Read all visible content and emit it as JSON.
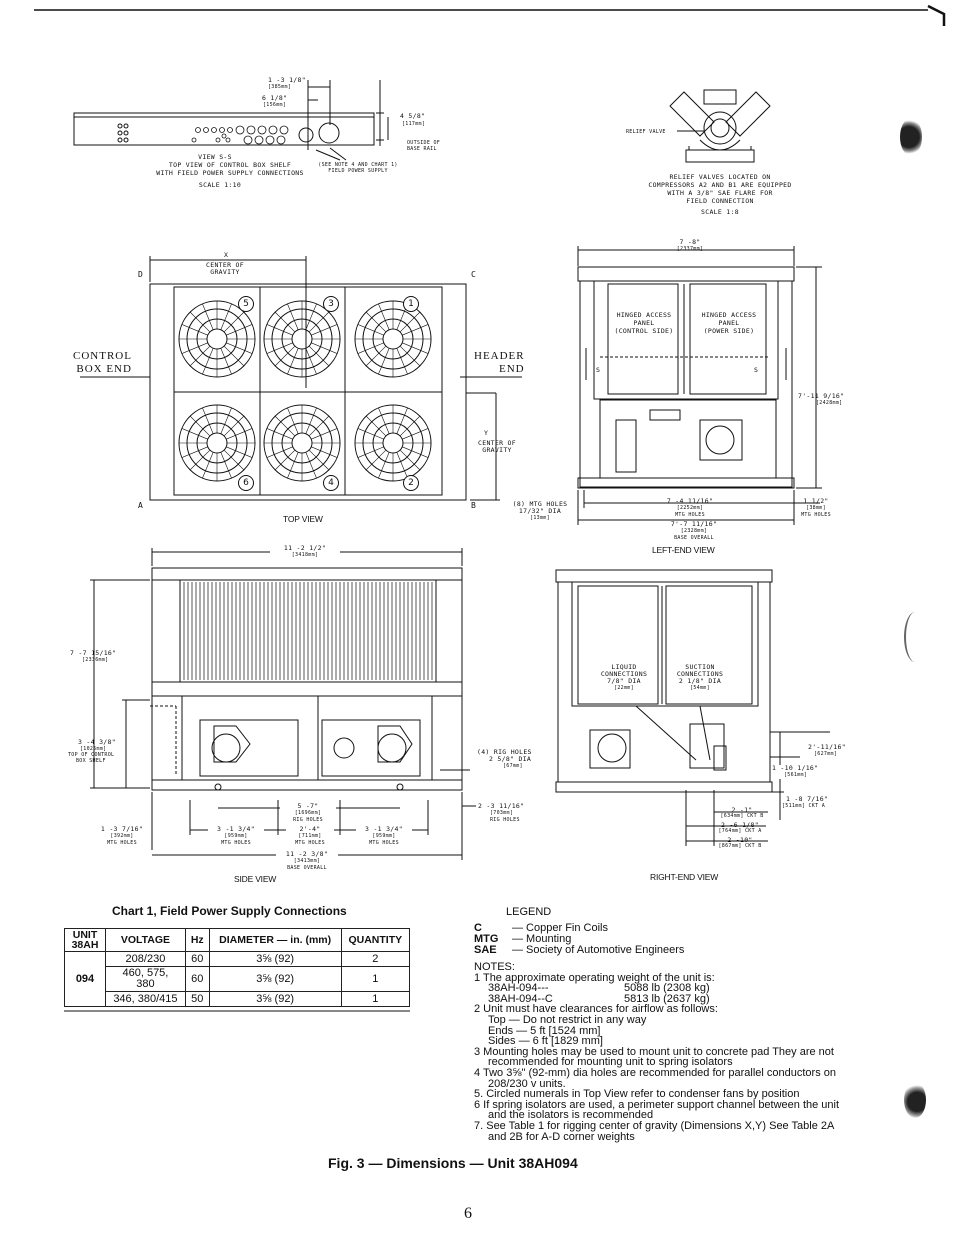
{
  "control_box": {
    "dims": [
      "1 -3 1/8\"",
      "[385mm]",
      "6 1/8\"",
      "[156mm]",
      "4 5/8\"",
      "[117mm]"
    ],
    "outside_base": [
      "OUTSIDE OF",
      "BASE RAIL"
    ],
    "note": [
      "(SEE NOTE 4 AND CHART 1)",
      "FIELD POWER SUPPLY"
    ],
    "caption": [
      "VIEW S-S",
      "TOP VIEW OF CONTROL BOX SHELF",
      "WITH FIELD POWER SUPPLY CONNECTIONS",
      "SCALE 1:10"
    ]
  },
  "relief": {
    "label": "RELIEF VALVE",
    "caption": [
      "RELIEF VALVES LOCATED ON",
      "COMPRESSORS A2 AND B1 ARE EQUIPPED",
      "WITH A 3/8\" SAE FLARE FOR",
      "FIELD CONNECTION"
    ],
    "scale": "SCALE 1:8"
  },
  "top_view": {
    "x_label": "X",
    "cog": [
      "CENTER OF",
      "GRAVITY"
    ],
    "corners": {
      "a": "A",
      "b": "B",
      "c": "C",
      "d": "D"
    },
    "control_end": [
      "CONTROL",
      "BOX END"
    ],
    "header_end": [
      "HEADER",
      "END"
    ],
    "y_label": "Y",
    "y_cog": [
      "CENTER OF",
      "GRAVITY"
    ],
    "fan_numbers": [
      "5",
      "3",
      "1",
      "6",
      "4",
      "2"
    ],
    "caption": "TOP VIEW"
  },
  "left_end": {
    "width": [
      "7 -8\"",
      "[2337mm]"
    ],
    "panel_left": [
      "HINGED ACCESS",
      "PANEL",
      "(CONTROL SIDE)"
    ],
    "panel_right": [
      "HINGED ACCESS",
      "PANEL",
      "(POWER SIDE)"
    ],
    "s_left": "S",
    "s_right": "S",
    "height": [
      "7'-11 9/16\"",
      "[2428mm]"
    ],
    "mtg_holes": [
      "(8) MTG HOLES",
      "17/32\" DIA",
      "[13mm]"
    ],
    "d1": [
      "7 -4 11/16\"",
      "[2252mm]",
      "MTG HOLES"
    ],
    "d2": [
      "1 1/2\"",
      "[38mm]",
      "MTG HOLES"
    ],
    "d3": [
      "7'-7 11/16\"",
      "[2328mm]",
      "BASE OVERALL"
    ],
    "caption": "LEFT-END VIEW"
  },
  "side_view": {
    "top": [
      "11 -2 1/2\"",
      "[3418mm]"
    ],
    "height": [
      "7 -7 15/16\"",
      "[2336mm]"
    ],
    "shelf": [
      "3 -4 3/8\"",
      "[1025mm]",
      "TOP OF CONTROL",
      "BOX SHELF"
    ],
    "rig_holes": [
      "(4) RIG HOLES",
      "2 5/8\" DIA",
      "[67mm]"
    ],
    "d_rig": [
      "5 -7\"",
      "[1696mm]",
      "RIG HOLES"
    ],
    "d_rig_r": [
      "2 -3 11/16\"",
      "[703mm]",
      "RIG HOLES"
    ],
    "d_left": [
      "1 -3 7/16\"",
      "[392mm]",
      "MTG HOLES"
    ],
    "d_m1": [
      "3 -1 3/4\"",
      "[959mm]",
      "MTG HOLES"
    ],
    "d_m2": [
      "2'-4\"",
      "[711mm]",
      "MTG HOLES"
    ],
    "d_m3": [
      "3 -1 3/4\"",
      "[959mm]",
      "MTG HOLES"
    ],
    "overall": [
      "11 -2 3/8\"",
      "[3413mm]",
      "BASE OVERALL"
    ],
    "caption": "SIDE VIEW"
  },
  "right_end": {
    "liquid": [
      "LIQUID",
      "CONNECTIONS",
      "7/8\" DIA",
      "[22mm]"
    ],
    "suction": [
      "SUCTION",
      "CONNECTIONS",
      "2 1/8\" DIA",
      "[54mm]"
    ],
    "r1": [
      "2'-11/16\"",
      "[627mm]"
    ],
    "r2": [
      "1 -10 1/16\"",
      "[561mm]"
    ],
    "r3": [
      "1 -8 7/16\"",
      "[511mm] CKT A"
    ],
    "b1": [
      "2 -1\"",
      "[634mm] CKT B"
    ],
    "b2": [
      "2 -6 1/8\"",
      "[764mm] CKT A"
    ],
    "b3": [
      "2 -10\"",
      "[867mm] CKT B"
    ],
    "caption": "RIGHT-END VIEW"
  },
  "chart1": {
    "title": "Chart 1, Field Power Supply Connections",
    "headers": {
      "unit": "UNIT",
      "unit2": "38AH",
      "voltage": "VOLTAGE",
      "hz": "Hz",
      "diameter": "DIAMETER — in. (mm)",
      "quantity": "QUANTITY"
    },
    "unit_value": "094",
    "rows": [
      {
        "voltage": "208/230",
        "hz": "60",
        "diameter": "3⅝ (92)",
        "quantity": "2"
      },
      {
        "voltage": "460, 575,",
        "voltage2": "380",
        "hz": "60",
        "diameter": "3⅝ (92)",
        "quantity": "1"
      },
      {
        "voltage": "346, 380/415",
        "hz": "50",
        "diameter": "3⅝ (92)",
        "quantity": "1"
      }
    ]
  },
  "legend": {
    "title": "LEGEND",
    "items": [
      {
        "abbr": "C",
        "text": "—  Copper Fin Coils"
      },
      {
        "abbr": "MTG",
        "text": "—  Mounting"
      },
      {
        "abbr": "SAE",
        "text": "—  Society of Automotive Engineers"
      }
    ]
  },
  "notes": {
    "title": "NOTES:",
    "n1": "1  The approximate operating weight of the unit is:",
    "w1a": "38AH-094---",
    "w1b": "5088 lb (2308 kg)",
    "w2a": "38AH-094--C",
    "w2b": "5813 lb (2637 kg)",
    "n2": "2  Unit must have clearances for airflow as follows:",
    "n2a": "Top — Do not restrict in any way",
    "n2b": "Ends — 5 ft [1524 mm]",
    "n2c": "Sides — 6 ft [1829 mm]",
    "n3a": "3  Mounting holes may be used to mount unit to concrete pad  They are not",
    "n3b": "recommended for mounting unit to spring isolators",
    "n4a": "4  Two 3⅝\" (92-mm) dia holes are recommended for parallel conductors on",
    "n4b": "208/230 v units.",
    "n5": "5.  Circled numerals in Top View refer to condenser fans by position",
    "n6a": "6  If spring isolators are used, a perimeter support channel between the unit",
    "n6b": "and the isolators is recommended",
    "n7a": "7.  See Table 1 for rigging center of gravity (Dimensions X,Y)  See Table 2A",
    "n7b": "and 2B for A-D corner weights"
  },
  "figure_title": "Fig. 3 — Dimensions — Unit 38AH094",
  "page_number": "6"
}
